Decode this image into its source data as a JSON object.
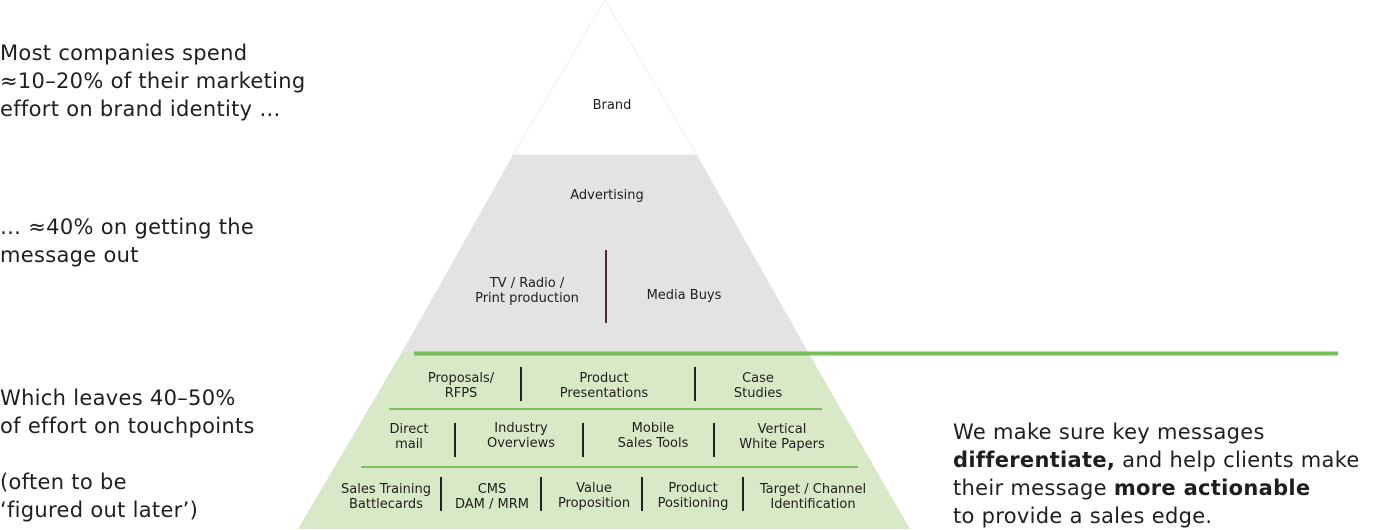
{
  "left_notes": {
    "top": "Most companies spend\n≈10–20% of their marketing\neffort on brand identity …",
    "middle": "… ≈40% on getting the\nmessage out",
    "bottom_main": "Which leaves 40–50%\nof effort on touchpoints",
    "bottom_aside": "(often to be\n‘figured out later’)"
  },
  "pyramid": {
    "apex": {
      "label": "Brand"
    },
    "middle": {
      "label": "Advertising",
      "left_item": "TV / Radio /\nPrint production",
      "right_item": "Media Buys"
    },
    "base": {
      "row1": [
        "Proposals/\nRFPS",
        "Product\nPresentations",
        "Case\nStudies"
      ],
      "row2": [
        "Direct\nmail",
        "Industry\nOverviews",
        "Mobile\nSales Tools",
        "Vertical\nWhite Papers"
      ],
      "row3": [
        "Sales Training\nBattlecards",
        "CMS\nDAM / MRM",
        "Value\nProposition",
        "Product\nPositioning",
        "Target / Channel\nIdentification"
      ]
    }
  },
  "right_note": {
    "line1": "We make sure key messages",
    "bold1": "differentiate,",
    "line2_rest": " and help clients make",
    "line3_start": "their message ",
    "bold2": "more actionable",
    "line4": "to provide a sales edge."
  },
  "colors": {
    "apex_fill": "#ffffff",
    "middle_fill": "#e3e3e3",
    "base_fill": "#d9e8c6",
    "accent_line": "#76bd5c",
    "row_divider": "#7cc160",
    "separator": "#222222",
    "middle_separator": "#4a2a3a"
  }
}
